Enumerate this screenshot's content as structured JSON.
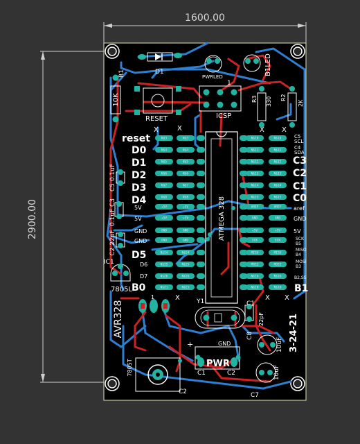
{
  "dimensions": {
    "width": "1600.00",
    "height": "2900.00"
  },
  "colors": {
    "background": "#333333",
    "board": "#000000",
    "outline": "#c8c8a0",
    "top_copper": "#cc2222",
    "bottom_copper": "#2e7fd0",
    "pad": "#22b3a3",
    "silkscreen": "#ffffff",
    "dimension": "#cfcfcf"
  },
  "silkscreen": {
    "d1": "D1",
    "r1": "R1",
    "r_value": "10K",
    "reset": "RESET",
    "pwrled": "PWRLED",
    "b1led": "B1LED",
    "icsp": "ICSP",
    "r2": "R2",
    "r2_value": "2K",
    "r3": "R3",
    "r3_value": "330",
    "ic": "IC1",
    "mcu": "ATMEGA 328",
    "c5": "C5 0.1uF",
    "c3": "0.1uF C3",
    "c2": "C2 22pF",
    "ic1_reg": "IC1",
    "reg": "7805L",
    "avr": "AVR328",
    "y1": "Y1",
    "c1": "C1",
    "c1_value": "22pF",
    "c8": "C8",
    "c8_value": "10uF",
    "c7": "C7",
    "c7_value": "10uF",
    "pwr": "PWR",
    "pwr_c1": "C1",
    "pwr_c2": "C2",
    "gnd": "GND",
    "date": "3-24-21",
    "reg_part": "7805T",
    "c2_bottom": "C2",
    "one": "1",
    "x": "X",
    "plus": "+"
  },
  "left_labels": {
    "reset": "reset",
    "d0": "D0",
    "d1": "D1",
    "d2": "D2",
    "d3": "D3",
    "d4": "D4",
    "v5a": "5V",
    "v5b": "5V",
    "gnda": "GND",
    "gndb": "GND",
    "d5": "D5",
    "d6": "D6",
    "d7": "D7",
    "b0": "B0"
  },
  "right_labels": {
    "c5": "C5",
    "scl": "SCL",
    "c4": "C4",
    "sda": "SDA",
    "c3": "C3",
    "c2": "C2",
    "c1": "C1",
    "c0": "C0",
    "aref": "aref",
    "gnd": "GND",
    "v5": "5V",
    "sck": "SCK",
    "b5": "B5",
    "miso": "MISO",
    "b4": "B4",
    "mosi": "MOSI",
    "b3": "B3",
    "b2ss": "B2,SS",
    "b1": "B1"
  },
  "pad_nets": {
    "n1": "N$1",
    "n3": "N$3",
    "n4": "N$4",
    "n5": "N$5",
    "n6": "N$6",
    "n7": "N$7",
    "n8": "N$8",
    "n9": "N$9",
    "n10": "N$10",
    "n11": "N$11",
    "n12": "N$12",
    "n13": "N$13",
    "n14": "N$14",
    "n15": "N$15",
    "n16": "N$16",
    "n17": "N$17",
    "n18": "N$18",
    "n19": "N$19",
    "n20": "N$20",
    "n21": "N$21",
    "n22": "N$22",
    "n23": "N$23",
    "n24": "N$24",
    "n25": "N$25",
    "n26": "N$26",
    "v5": "+5V",
    "gnd": "GND",
    "aref": "AREF",
    "sck": "SCK",
    "miso": "MISO",
    "mosi": "MOSI"
  }
}
